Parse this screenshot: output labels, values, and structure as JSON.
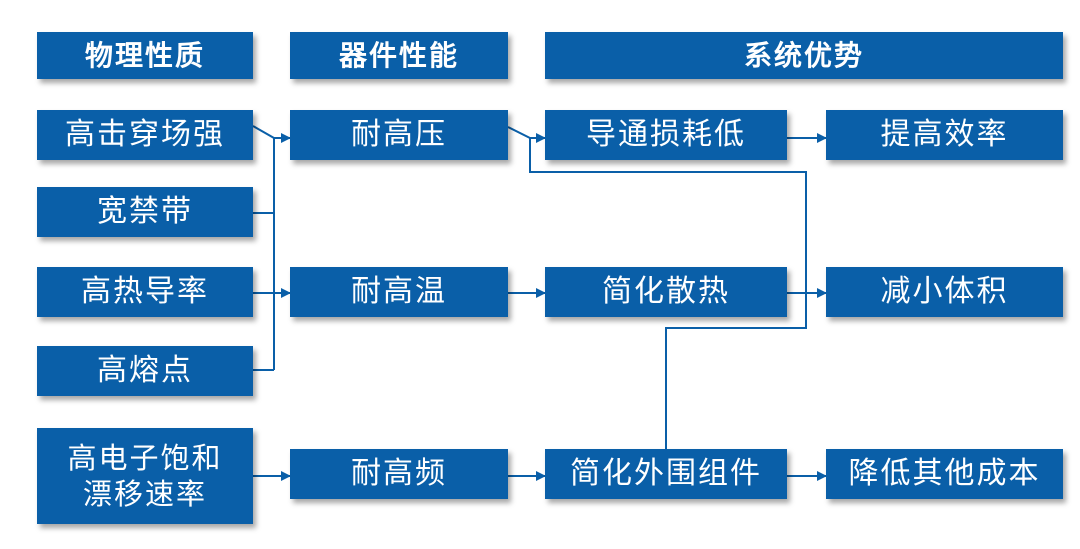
{
  "headers": {
    "physical": "物理性质",
    "device": "器件性能",
    "system": "系统优势"
  },
  "physical": {
    "breakdown_field": "高击穿场强",
    "bandgap": "宽禁带",
    "thermal_conductivity": "高热导率",
    "melting_point": "高熔点",
    "electron_drift": "高电子饱和\n漂移速率"
  },
  "device": {
    "high_voltage": "耐高压",
    "high_temperature": "耐高温",
    "high_frequency": "耐高频"
  },
  "effects": {
    "low_conduction_loss": "导通损耗低",
    "simplified_cooling": "简化散热",
    "simplified_peripherals": "简化外围组件"
  },
  "advantages": {
    "efficiency": "提高效率",
    "size": "减小体积",
    "cost": "降低其他成本"
  },
  "colors": {
    "box": "#0a5fa8",
    "line": "#0a5fa8",
    "text": "#ffffff"
  }
}
